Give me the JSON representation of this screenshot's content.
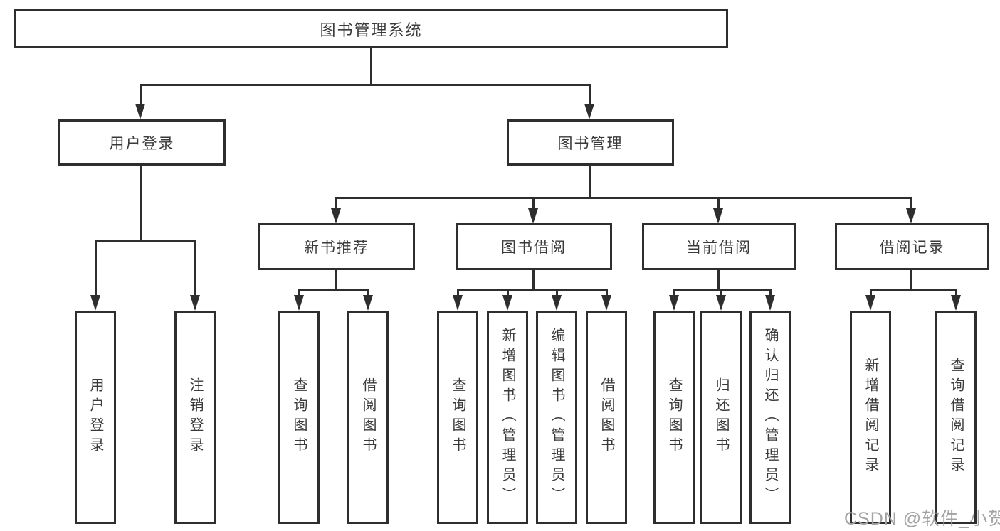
{
  "diagram": {
    "root": {
      "label": "图书管理系统"
    },
    "level2": [
      {
        "label": "用户登录"
      },
      {
        "label": "图书管理"
      }
    ],
    "level3": [
      {
        "label": "新书推荐"
      },
      {
        "label": "图书借阅"
      },
      {
        "label": "当前借阅"
      },
      {
        "label": "借阅记录"
      }
    ],
    "leaves": [
      {
        "label": "用户登录"
      },
      {
        "label": "注销登录"
      },
      {
        "label": "查询图书"
      },
      {
        "label": "借阅图书"
      },
      {
        "label": "查询图书"
      },
      {
        "label": "新增图书（管理员）"
      },
      {
        "label": "编辑图书（管理员）"
      },
      {
        "label": "借阅图书"
      },
      {
        "label": "查询图书"
      },
      {
        "label": "归还图书"
      },
      {
        "label": "确认归还（管理员）"
      },
      {
        "label": "新增借阅记录"
      },
      {
        "label": "查询借阅记录"
      }
    ],
    "watermark": "CSDN @软件_小贺同学",
    "colors": {
      "line": "#2e2e2e",
      "text": "#3a3a3a",
      "watermark": "#a3a3a3",
      "background": "#ffffff"
    }
  }
}
